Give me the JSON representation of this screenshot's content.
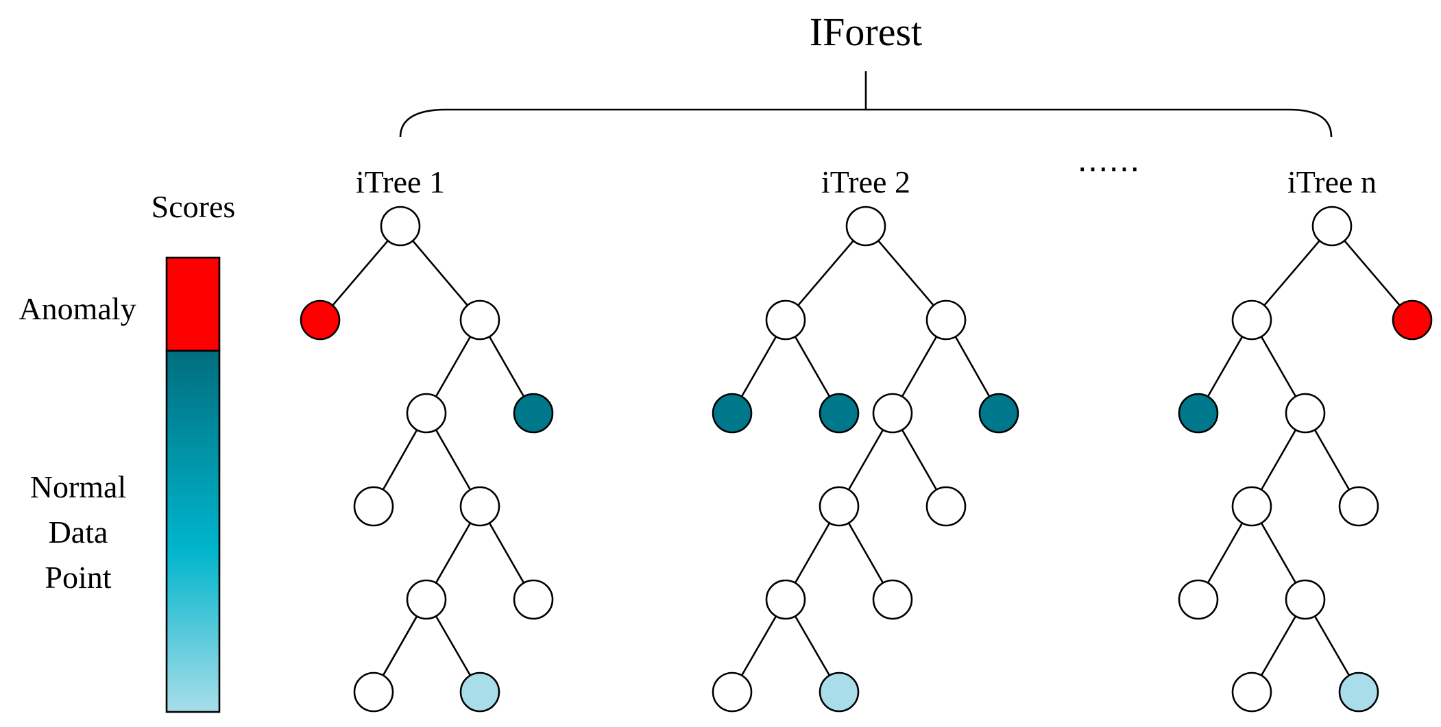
{
  "title": "IForest",
  "ellipsis": "⋯⋯",
  "colors": {
    "normal_node": "#ffffff",
    "anomaly": "#ff0000",
    "dark_teal": "#00788c",
    "light_blue": "#a8dde9",
    "scale_top": "#006e7e",
    "scale_mid": "#00b5cc",
    "scale_bottom": "#a8dde9"
  },
  "scale": {
    "heading": "Scores",
    "anomaly_label": "Anomaly",
    "normal_label_lines": [
      "Normal",
      "Data",
      "Point"
    ]
  },
  "trees": [
    {
      "label": "iTree 1",
      "nodes": [
        {
          "id": "root",
          "fill": "normal"
        },
        {
          "id": "L",
          "parent": "root",
          "fill": "anomaly"
        },
        {
          "id": "R",
          "parent": "root",
          "fill": "normal"
        },
        {
          "id": "RL",
          "parent": "R",
          "fill": "normal"
        },
        {
          "id": "RR",
          "parent": "R",
          "fill": "dark_teal"
        },
        {
          "id": "RLL",
          "parent": "RL",
          "fill": "normal"
        },
        {
          "id": "RLR",
          "parent": "RL",
          "fill": "normal"
        },
        {
          "id": "RLRL",
          "parent": "RLR",
          "fill": "normal"
        },
        {
          "id": "RLRR",
          "parent": "RLR",
          "fill": "normal"
        },
        {
          "id": "RLRLL",
          "parent": "RLRL",
          "fill": "normal"
        },
        {
          "id": "RLRLR",
          "parent": "RLRL",
          "fill": "light_blue"
        }
      ]
    },
    {
      "label": "iTree 2",
      "nodes": [
        {
          "id": "root",
          "fill": "normal"
        },
        {
          "id": "L",
          "parent": "root",
          "fill": "normal"
        },
        {
          "id": "R",
          "parent": "root",
          "fill": "normal"
        },
        {
          "id": "LL",
          "parent": "L",
          "fill": "dark_teal"
        },
        {
          "id": "LR",
          "parent": "L",
          "fill": "dark_teal"
        },
        {
          "id": "RL",
          "parent": "R",
          "fill": "normal"
        },
        {
          "id": "RR",
          "parent": "R",
          "fill": "dark_teal"
        },
        {
          "id": "RLL",
          "parent": "RL",
          "fill": "normal"
        },
        {
          "id": "RLR",
          "parent": "RL",
          "fill": "normal"
        },
        {
          "id": "RLLL",
          "parent": "RLL",
          "fill": "normal"
        },
        {
          "id": "RLLR",
          "parent": "RLL",
          "fill": "normal"
        },
        {
          "id": "RLLLL",
          "parent": "RLLL",
          "fill": "normal"
        },
        {
          "id": "RLLLR",
          "parent": "RLLL",
          "fill": "light_blue"
        }
      ]
    },
    {
      "label": "iTree n",
      "nodes": [
        {
          "id": "root",
          "fill": "normal"
        },
        {
          "id": "L",
          "parent": "root",
          "fill": "normal"
        },
        {
          "id": "R",
          "parent": "root",
          "fill": "anomaly"
        },
        {
          "id": "LL",
          "parent": "L",
          "fill": "dark_teal"
        },
        {
          "id": "LR",
          "parent": "L",
          "fill": "normal"
        },
        {
          "id": "LRL",
          "parent": "LR",
          "fill": "normal"
        },
        {
          "id": "LRR",
          "parent": "LR",
          "fill": "normal"
        },
        {
          "id": "LRLL",
          "parent": "LRL",
          "fill": "normal"
        },
        {
          "id": "LRLR",
          "parent": "LRL",
          "fill": "normal"
        },
        {
          "id": "LRLRL",
          "parent": "LRLR",
          "fill": "normal"
        },
        {
          "id": "LRLRR",
          "parent": "LRLR",
          "fill": "light_blue"
        }
      ]
    }
  ]
}
